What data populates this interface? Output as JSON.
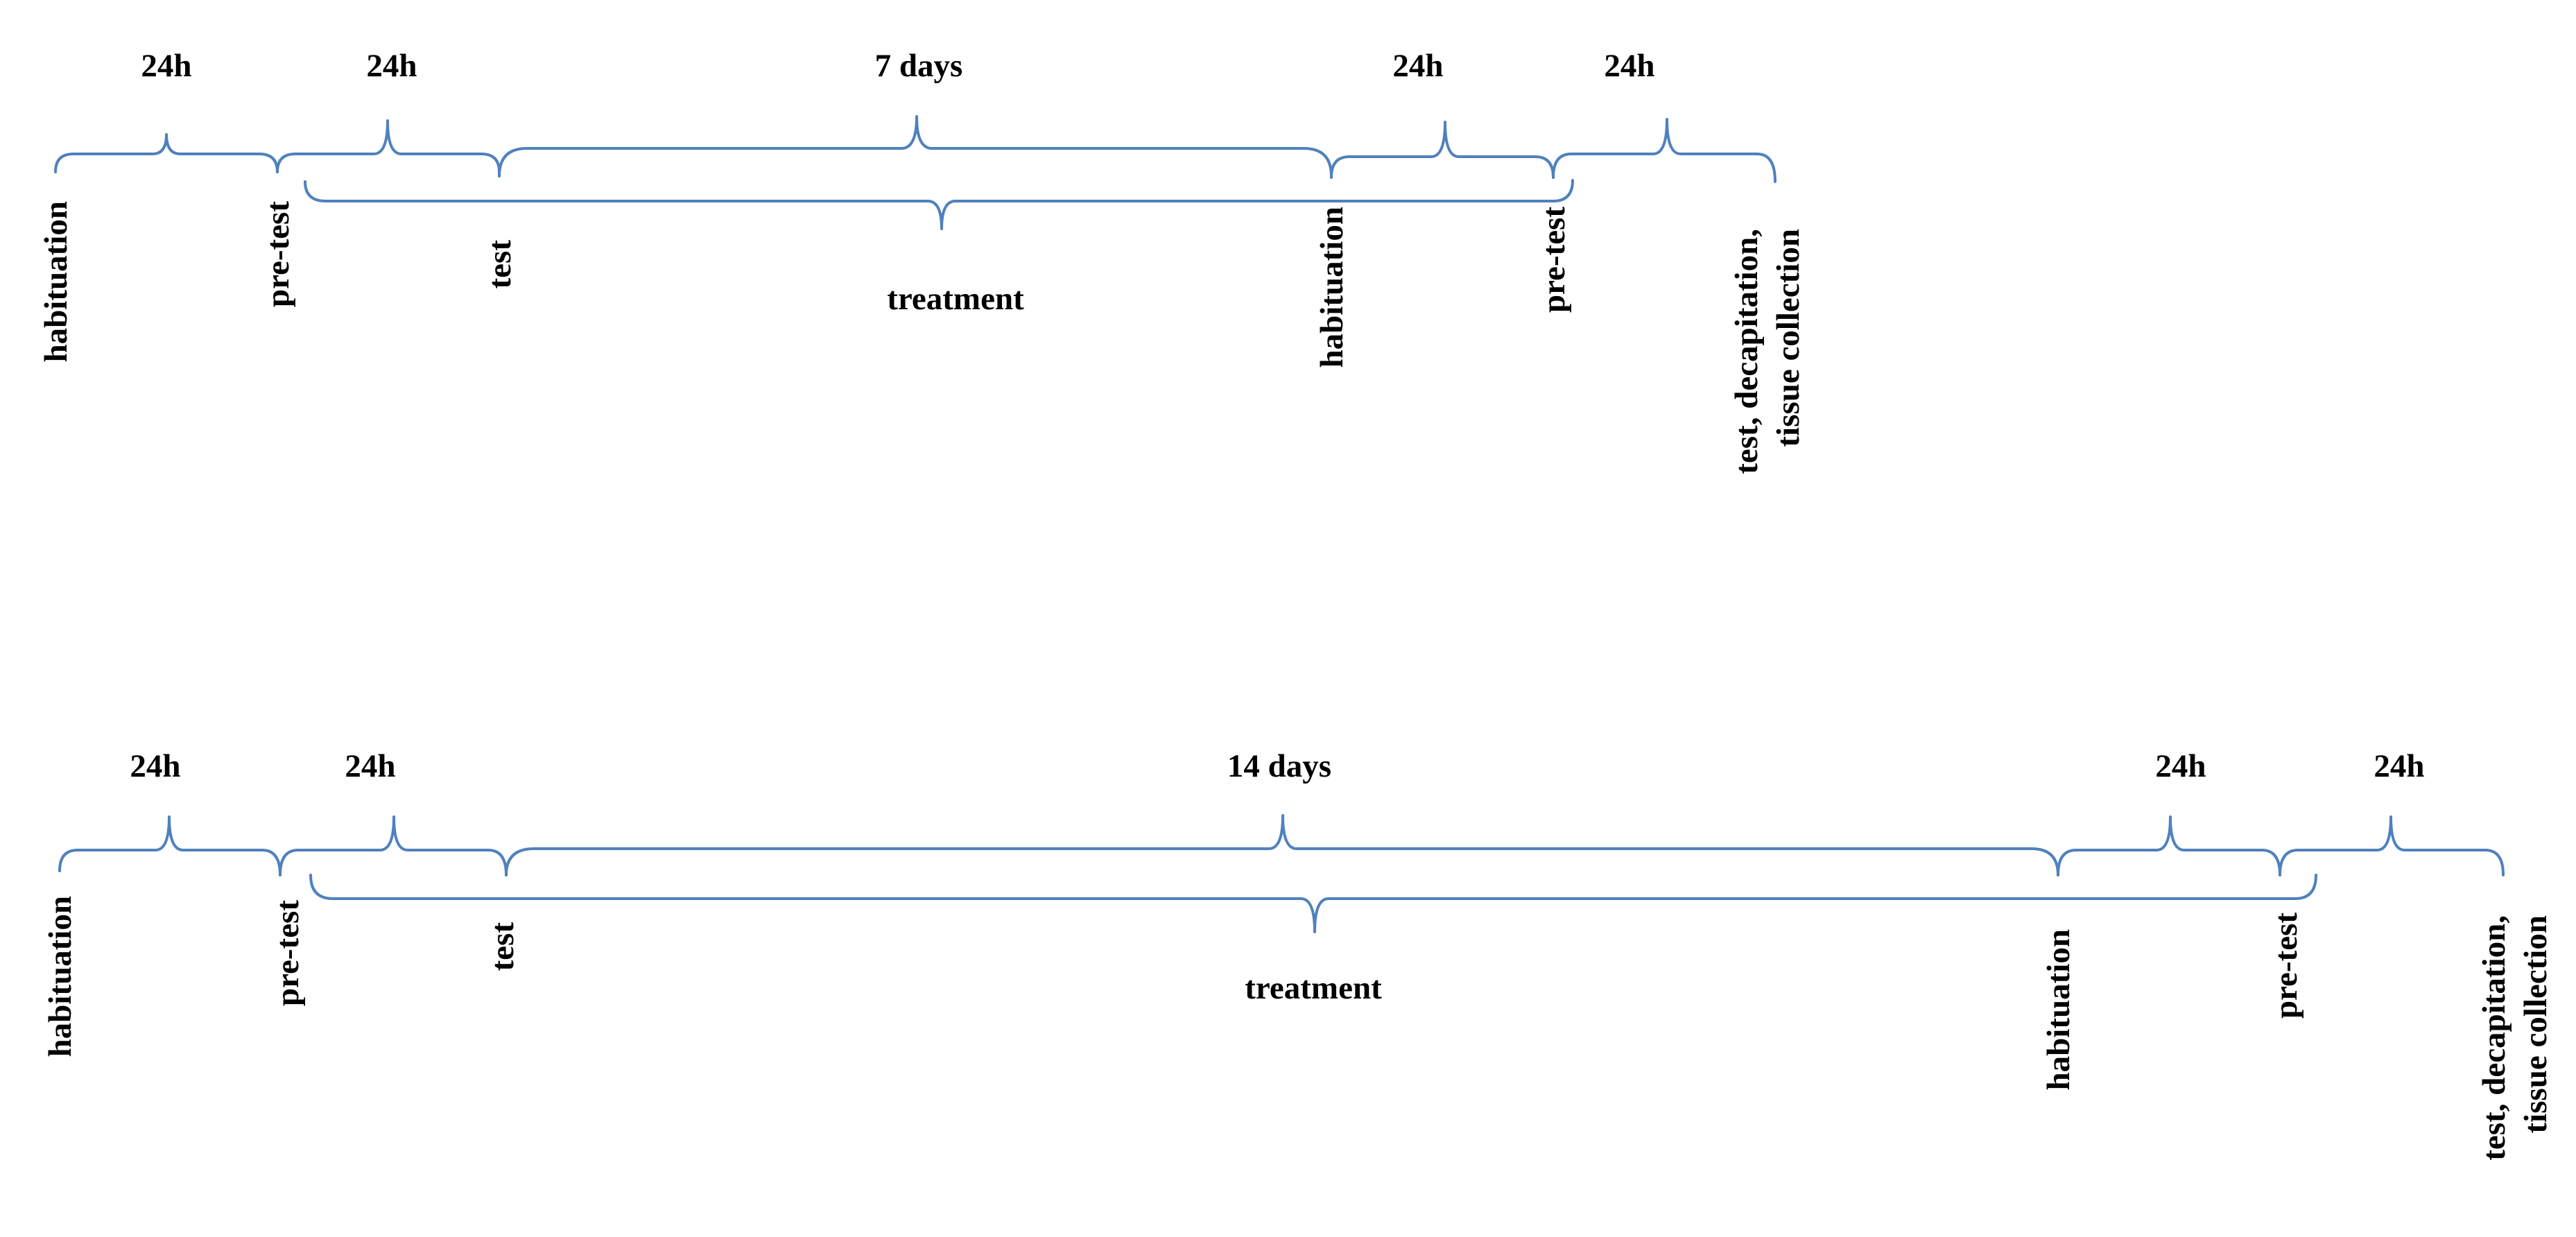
{
  "timelines": [
    {
      "segments": [
        {
          "label": "24h"
        },
        {
          "label": "24h"
        },
        {
          "label": "7 days"
        },
        {
          "label": "24h"
        },
        {
          "label": "24h"
        }
      ],
      "events": [
        {
          "lines": [
            "habituation"
          ]
        },
        {
          "lines": [
            "pre-test"
          ]
        },
        {
          "lines": [
            "test"
          ]
        },
        {
          "lines": [
            "habituation"
          ]
        },
        {
          "lines": [
            "pre-test"
          ]
        },
        {
          "lines": [
            "test, decapitation,",
            "tissue collection"
          ]
        }
      ],
      "treatment_label": "treatment"
    },
    {
      "segments": [
        {
          "label": "24h"
        },
        {
          "label": "24h"
        },
        {
          "label": "14 days"
        },
        {
          "label": "24h"
        },
        {
          "label": "24h"
        }
      ],
      "events": [
        {
          "lines": [
            "habituation"
          ]
        },
        {
          "lines": [
            "pre-test"
          ]
        },
        {
          "lines": [
            "test"
          ]
        },
        {
          "lines": [
            "habituation"
          ]
        },
        {
          "lines": [
            "pre-test"
          ]
        },
        {
          "lines": [
            "test, decapitation,",
            "tissue collection"
          ]
        }
      ],
      "treatment_label": "treatment"
    }
  ],
  "colors": {
    "brace": "#4f81bd",
    "text": "#000000"
  }
}
